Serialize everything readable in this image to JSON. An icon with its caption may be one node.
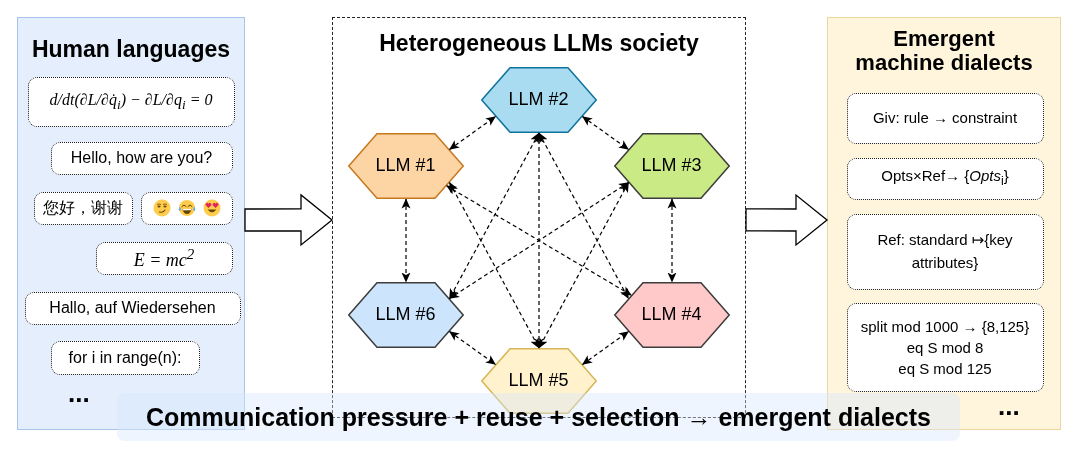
{
  "diagram": {
    "nodes": [
      {
        "text": [
          "Human languages"
        ]
      },
      {
        "text": [
          "d/dt(∂L/∂q̇$_{i}$) − ∂L/∂q$_{i}$ = 0"
        ],
        "in": 0
      },
      {
        "text": [
          "Hello, how are you?"
        ],
        "in": 0
      },
      {
        "text": [
          "您好，谢谢"
        ],
        "in": 0
      },
      {
        "text": [],
        "shape": "box",
        "in": 0
      },
      {
        "text": [
          "E = mc$^{2}$"
        ],
        "in": 0
      },
      {
        "text": [
          "Hallo, auf Wiedersehen"
        ],
        "in": 0
      },
      {
        "text": [
          "for i in range(n):"
        ],
        "in": 0
      },
      {
        "text": [
          "Heterogeneous LLMs society"
        ]
      },
      {
        "text": [
          "LLM #2"
        ],
        "in": 8
      },
      {
        "text": [
          "LLM #1"
        ],
        "in": 8
      },
      {
        "text": [
          "LLM #3"
        ],
        "in": 8
      },
      {
        "text": [
          "LLM #6"
        ],
        "in": 8
      },
      {
        "text": [
          "LLM #4"
        ],
        "in": 8
      },
      {
        "text": [
          "LLM #5"
        ],
        "in": 8
      },
      {
        "text": [
          "Emergent machine dialects"
        ]
      },
      {
        "text": [
          "Giv: rule → constraint"
        ],
        "in": 15
      },
      {
        "text": [
          "Opts×Ref→ {*Opts*$_{i}$}"
        ],
        "in": 15
      },
      {
        "text": [
          "Ref: standard ↦{key attributes}"
        ],
        "in": 15
      },
      {
        "text": [
          "split mod 1000 → {8,125}",
          "eq S mod 8",
          "eq S mod 125"
        ],
        "in": 15
      },
      {
        "text": [
          "Communication pressure + reuse + selection → emergent dialects"
        ]
      }
    ],
    "edges": [
      {
        "from": 0,
        "to": 8,
        "arrow": "to"
      },
      {
        "from": 8,
        "to": 15,
        "arrow": "to"
      },
      {
        "from": 10,
        "to": 9,
        "arrow": "both",
        "style": "dashed"
      },
      {
        "from": 9,
        "to": 11,
        "arrow": "both",
        "style": "dashed"
      },
      {
        "from": 10,
        "to": 12,
        "arrow": "both",
        "style": "dashed"
      },
      {
        "from": 11,
        "to": 13,
        "arrow": "both",
        "style": "dashed"
      },
      {
        "from": 12,
        "to": 14,
        "arrow": "both",
        "style": "dashed"
      },
      {
        "from": 14,
        "to": 13,
        "arrow": "both",
        "style": "dashed"
      },
      {
        "from": 9,
        "to": 14,
        "arrow": "both",
        "style": "dashed"
      },
      {
        "from": 9,
        "to": 12,
        "arrow": "both",
        "style": "dashed"
      },
      {
        "from": 9,
        "to": 13,
        "arrow": "both",
        "style": "dashed"
      },
      {
        "from": 10,
        "to": 13,
        "arrow": "both",
        "style": "dashed"
      },
      {
        "from": 10,
        "to": 14,
        "arrow": "both",
        "style": "dashed"
      },
      {
        "from": 11,
        "to": 12,
        "arrow": "both",
        "style": "dashed"
      },
      {
        "from": 11,
        "to": 14,
        "arrow": "both",
        "style": "dashed"
      }
    ],
    "labels": [
      "...",
      "..."
    ]
  }
}
